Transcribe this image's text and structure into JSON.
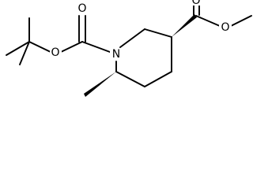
{
  "molecule": {
    "atoms": {
      "ring_nitrogen": "N",
      "boc_ester_oxygen": "O",
      "boc_carbonyl_oxygen": "O",
      "methyl_ester_oxygen": "O",
      "methyl_carbonyl_oxygen": "O"
    },
    "stereo_bonds": [
      "wedge",
      "wedge"
    ]
  }
}
